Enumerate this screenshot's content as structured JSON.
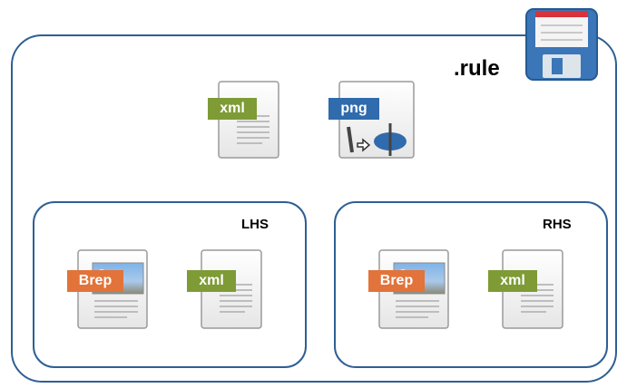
{
  "rule": {
    "label": ".rule",
    "icon": "floppy-disk-icon"
  },
  "top_files": [
    {
      "badge": "xml",
      "icon": "text-document-icon",
      "badge_color": "#7e9b35"
    },
    {
      "badge": "png",
      "icon": "image-document-icon",
      "badge_color": "#2f6bad"
    }
  ],
  "lhs": {
    "label": "LHS",
    "files": [
      {
        "badge": "Brep",
        "icon": "picture-document-icon",
        "badge_color": "#e2733a"
      },
      {
        "badge": "xml",
        "icon": "text-document-icon",
        "badge_color": "#7e9b35"
      }
    ]
  },
  "rhs": {
    "label": "RHS",
    "files": [
      {
        "badge": "Brep",
        "icon": "picture-document-icon",
        "badge_color": "#e2733a"
      },
      {
        "badge": "xml",
        "icon": "text-document-icon",
        "badge_color": "#7e9b35"
      }
    ]
  },
  "colors": {
    "frame": "#2f5f94"
  }
}
